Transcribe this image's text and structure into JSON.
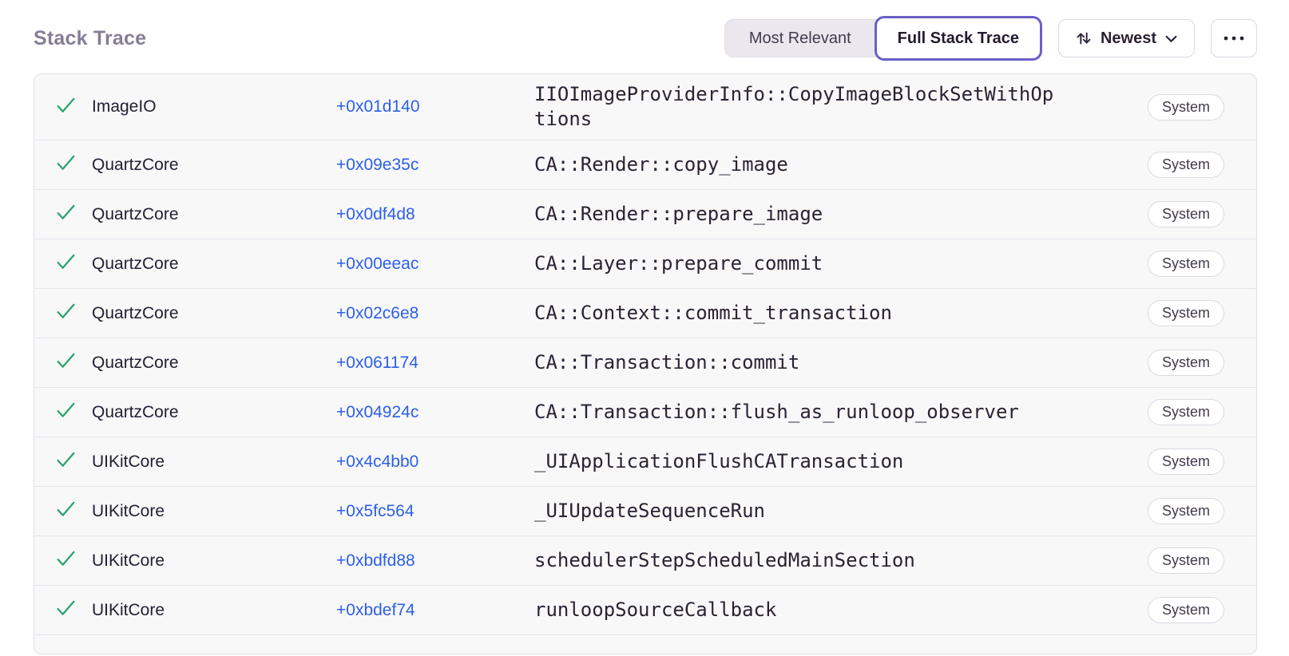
{
  "colors": {
    "accent_purple": "#6a5fc8",
    "link_blue": "#2c5fe8",
    "success_green": "#2ba36f",
    "title_gray": "#857e95",
    "row_background": "#f8f8f9"
  },
  "header": {
    "title": "Stack Trace",
    "segmented": {
      "options": [
        {
          "label": "Most Relevant",
          "selected": false
        },
        {
          "label": "Full Stack Trace",
          "selected": true
        }
      ]
    },
    "sort_button": {
      "label": "Newest",
      "icon": "arrows-up-down-icon",
      "chevron": "chevron-down-icon"
    },
    "more_button": {
      "icon": "ellipsis-icon"
    }
  },
  "stack_table": {
    "frame_status_icon": "check-icon",
    "rows": [
      {
        "module": "ImageIO",
        "address": "+0x01d140",
        "function": "IIOImageProviderInfo::CopyImageBlockSetWithOptions",
        "badge": "System"
      },
      {
        "module": "QuartzCore",
        "address": "+0x09e35c",
        "function": "CA::Render::copy_image",
        "badge": "System"
      },
      {
        "module": "QuartzCore",
        "address": "+0x0df4d8",
        "function": "CA::Render::prepare_image",
        "badge": "System"
      },
      {
        "module": "QuartzCore",
        "address": "+0x00eeac",
        "function": "CA::Layer::prepare_commit",
        "badge": "System"
      },
      {
        "module": "QuartzCore",
        "address": "+0x02c6e8",
        "function": "CA::Context::commit_transaction",
        "badge": "System"
      },
      {
        "module": "QuartzCore",
        "address": "+0x061174",
        "function": "CA::Transaction::commit",
        "badge": "System"
      },
      {
        "module": "QuartzCore",
        "address": "+0x04924c",
        "function": "CA::Transaction::flush_as_runloop_observer",
        "badge": "System"
      },
      {
        "module": "UIKitCore",
        "address": "+0x4c4bb0",
        "function": "_UIApplicationFlushCATransaction",
        "badge": "System"
      },
      {
        "module": "UIKitCore",
        "address": "+0x5fc564",
        "function": "_UIUpdateSequenceRun",
        "badge": "System"
      },
      {
        "module": "UIKitCore",
        "address": "+0xbdfd88",
        "function": "schedulerStepScheduledMainSection",
        "badge": "System"
      },
      {
        "module": "UIKitCore",
        "address": "+0xbdef74",
        "function": "runloopSourceCallback",
        "badge": "System"
      }
    ]
  }
}
